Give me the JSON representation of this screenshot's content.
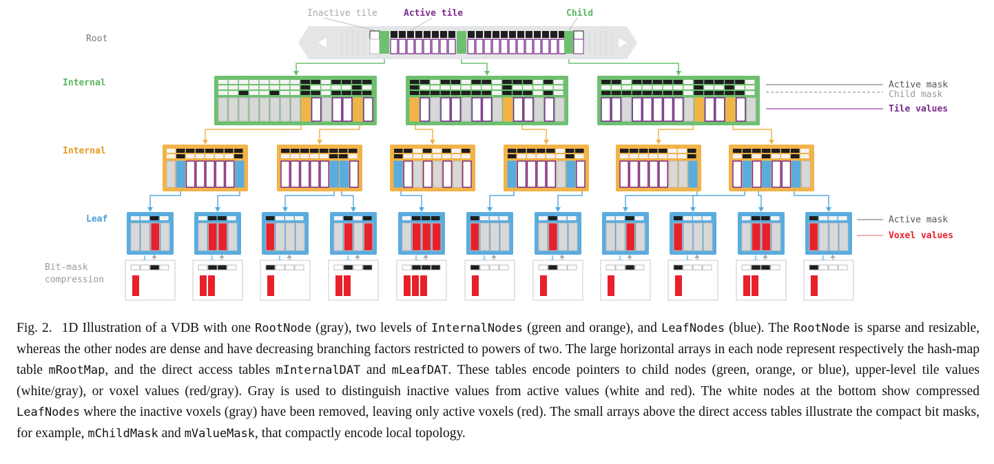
{
  "labels": {
    "inactive_tile": "Inactive tile",
    "active_tile": "Active tile",
    "child": "Child",
    "root": "Root",
    "internal_upper": "Internal",
    "internal_lower": "Internal",
    "leaf": "Leaf",
    "bitmask_line1": "Bit-mask",
    "bitmask_line2": "compression"
  },
  "legend": {
    "active_mask_upper": "Active mask",
    "child_mask": "Child mask",
    "tile_values": "Tile values",
    "active_mask_leaf": "Active mask",
    "voxel_values": "Voxel values"
  },
  "colors": {
    "root_gray": "#e4e5e6",
    "internal_green": "#6dc070",
    "internal_orange": "#f2b348",
    "leaf_blue": "#5aacde",
    "active_purple": "#7b2a8c",
    "voxel_red": "#e8202a",
    "inactive_gray": "#d8d8d8",
    "mask_black": "#1e1e1e"
  },
  "caption": {
    "fig_label": "Fig. 2.",
    "p1": "1D Illustration of a VDB with one ",
    "root_node": "RootNode",
    "p2": " (gray), two levels of ",
    "internal_nodes": "InternalNodes",
    "p3": " (green and orange), and ",
    "leaf_nodes": "LeafNodes",
    "p4": " (blue). The ",
    "root_node2": "RootNode",
    "p5": " is sparse and resizable, whereas the other nodes are dense and have decreasing branching factors restricted to powers of two. The large horizontal arrays in each node represent respectively the hash-map table ",
    "m_root_map": "mRootMap",
    "p6": ", and the direct access tables ",
    "m_internal_dat": "mInternalDAT",
    "p7": " and ",
    "m_leaf_dat": "mLeafDAT",
    "p8": ". These tables encode pointers to child nodes (green, orange, or blue), upper-level tile values (white/gray), or voxel values (red/gray). Gray is used to distinguish inactive values from active values (white and red). The white nodes at the bottom show compressed ",
    "leaf_nodes2": "LeafNodes",
    "p9": " where the inactive voxels (gray) have been removed, leaving only active voxels (red). The small arrays above the direct access tables illustrate the compact bit masks, for example, ",
    "m_child_mask": "mChildMask",
    "p10": " and ",
    "m_value_mask": "mValueMask",
    "p11": ", that compactly encode local topology."
  }
}
